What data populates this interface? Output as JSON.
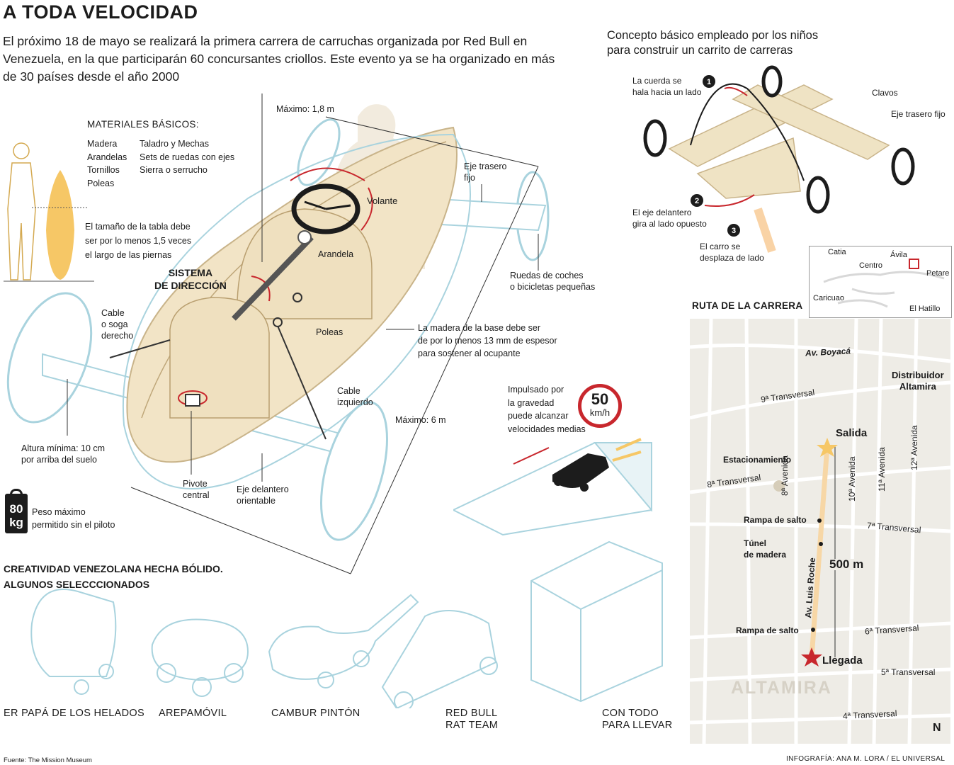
{
  "header": {
    "title": "A TODA VELOCIDAD",
    "intro": "El próximo 18 de mayo se realizará la primera carrera de carruchas organizada por Red Bull en Venezuela, en la que participarán 60 concursantes criollos. Este evento ya se ha organizado en más de 30 países desde el año 2000"
  },
  "materials": {
    "title": "MATERIALES BÁSICOS:",
    "col1": [
      "Madera",
      "Arandelas",
      "Tornillos",
      "Poleas"
    ],
    "col2": [
      "Taladro y Mechas",
      "Sets de ruedas con ejes",
      "Sierra o serrucho"
    ]
  },
  "main_diagram": {
    "board_note": "El tamaño de la tabla debe\nser por lo menos 1,5 veces\nel largo de las piernas",
    "max_height": "Máximo: 1,8 m",
    "rear_axle": "Eje trasero\nfijo",
    "wheel": "Volante",
    "washer": "Arandela",
    "steering": "SISTEMA\nDE DIRECCIÓN",
    "right_cable": "Cable\no soga\nderecho",
    "pulleys": "Poleas",
    "wheels_note": "Ruedas de coches\no bicicletas pequeñas",
    "base_note": "La madera de la base debe ser\nde por lo menos 13 mm de espesor\npara  sostener al ocupante",
    "left_cable": "Cable\nizquierdo",
    "max_length": "Máximo: 6 m",
    "min_height": "Altura mínima: 10 cm\npor arriba del suelo",
    "pivot": "Pivote\ncentral",
    "front_axle": "Eje delantero\norientable",
    "max_weight_value": "80\nkg",
    "max_weight_text": "Peso máximo\npermitido sin el piloto",
    "gravity_note": "Impulsado por\nla gravedad\npuede alcanzar\nvelocidades medias",
    "speed_value": "50",
    "speed_unit": "km/h"
  },
  "concept": {
    "title": "Concepto básico empleado por los niños\npara construir un carrito de carreras",
    "step1": "La cuerda se\nhala hacia un lado",
    "step2": "El eje delantero\ngira al lado opuesto",
    "step3": "El carro se\ndesplaza de lado",
    "nails": "Clavos",
    "rear_axle": "Eje trasero fijo",
    "steps": [
      "1",
      "2",
      "3"
    ]
  },
  "locator_map": {
    "places": [
      "Catia",
      "Ávila",
      "Centro",
      "Petare",
      "Caricuao",
      "El Hatillo"
    ]
  },
  "route": {
    "title": "RUTA DE LA CARRERA",
    "streets": [
      "Av. Boyacá",
      "9ª Transversal",
      "8ª Transversal",
      "7ª Transversal",
      "6ª Transversal",
      "5ª Transversal",
      "4ª Transversal",
      "8ª Avenida",
      "10ª Avenida",
      "11ª Avenida",
      "12ª Avenida",
      "Av. Luis Roche"
    ],
    "places": [
      "Distribuidor\nAltamira",
      "Estacionamiento",
      "Rampa de salto",
      "Túnel\nde madera",
      "Rampa de salto"
    ],
    "start": "Salida",
    "finish": "Llegada",
    "distance": "500 m",
    "district": "ALTAMIRA",
    "north": "N",
    "accent_color": "#c8272d",
    "route_color": "#f7d7a6"
  },
  "gallery": {
    "title": "CREATIVIDAD VENEZOLANA HECHA BÓLIDO.\nALGUNOS SELECCCIONADOS",
    "carts": [
      "ER PAPÁ DE LOS HELADOS",
      "AREPAMÓVIL",
      "CAMBUR PINTÓN",
      "RED BULL\nRAT TEAM",
      "CON TODO\nPARA LLEVAR"
    ]
  },
  "footer": {
    "source": "Fuente: The Mission Museum",
    "credit": "INFOGRAFÍA: ANA M. LORA / EL UNIVERSAL"
  }
}
